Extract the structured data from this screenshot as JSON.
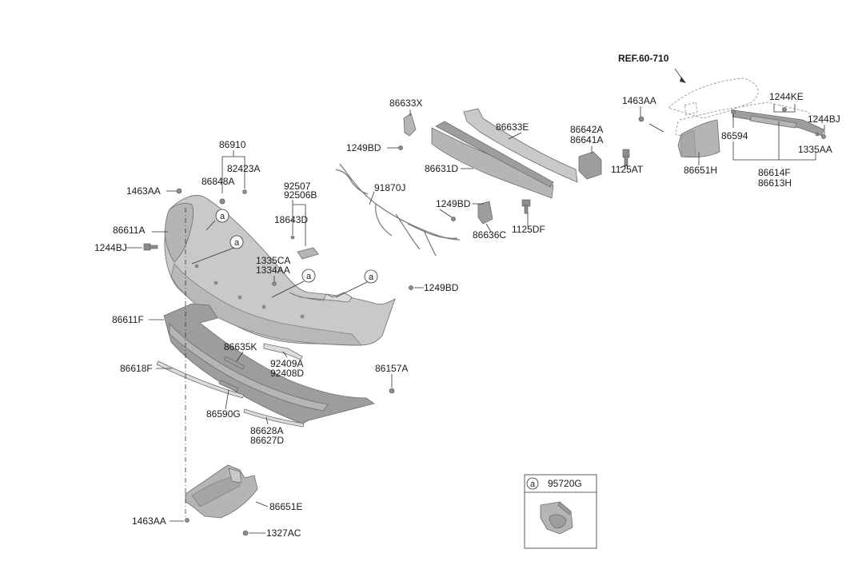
{
  "callout_letter": "a",
  "labels": {
    "ref": "REF.60-710",
    "p1463AA_top": "1463AA",
    "p1244KE": "1244KE",
    "p1244BJ_right": "1244BJ",
    "p86594": "86594",
    "p1335AA": "1335AA",
    "p86651H": "86651H",
    "p86614F": "86614F",
    "p86613H": "86613H",
    "p86633X": "86633X",
    "p86633E": "86633E",
    "p86642A": "86642A",
    "p86641A": "86641A",
    "p1249BD_1": "1249BD",
    "p86631D": "86631D",
    "p1125AT": "1125AT",
    "p1249BD_2": "1249BD",
    "p86636C": "86636C",
    "p1125DF": "1125DF",
    "p91870J": "91870J",
    "p86910": "86910",
    "p82423A": "82423A",
    "p86848A": "86848A",
    "p1463AA_left": "1463AA",
    "p92507": "92507",
    "p92506B": "92506B",
    "p18643D": "18643D",
    "p86611A": "86611A",
    "p1244BJ_left": "1244BJ",
    "p1335CA": "1335CA",
    "p1334AA": "1334AA",
    "p1249BD_3": "1249BD",
    "p86611F": "86611F",
    "p86635K": "86635K",
    "p86618F": "86618F",
    "p92409A": "92409A",
    "p92408D": "92408D",
    "p86157A": "86157A",
    "p86590G": "86590G",
    "p86628A": "86628A",
    "p86627D": "86627D",
    "p86651E": "86651E",
    "p1463AA_bottom": "1463AA",
    "p1327AC": "1327AC",
    "p95720G": "95720G"
  },
  "colors": {
    "part_light": "#c9c9c9",
    "part_mid": "#b5b5b5",
    "part_dark": "#9d9d9d",
    "line": "#333333"
  }
}
